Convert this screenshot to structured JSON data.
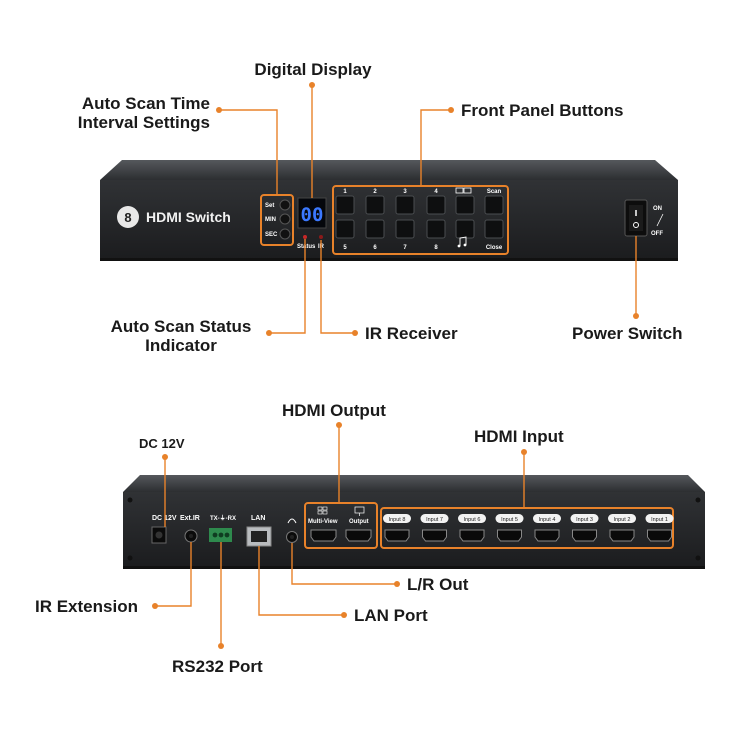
{
  "front": {
    "brand_text": "HDMI Switch",
    "brand_logo": "8",
    "display_value": "00",
    "settings_buttons": [
      "Set",
      "MIN",
      "SEC"
    ],
    "status_label": "Status",
    "ir_label": "IR",
    "top_buttons": [
      "1",
      "2",
      "3",
      "4",
      "",
      "Scan"
    ],
    "bottom_buttons": [
      "5",
      "6",
      "7",
      "8",
      "",
      "Close"
    ],
    "switch_on": "ON",
    "switch_off": "OFF"
  },
  "rear": {
    "dc_label": "DC 12V",
    "ext_ir_label": "Ext.IR",
    "rs232_label": "TX-⏚-RX",
    "lan_label": "LAN",
    "multiview_label": "Multi-View",
    "output_label": "Output",
    "inputs": [
      "Input 8",
      "Input 7",
      "Input 6",
      "Input 5",
      "Input 4",
      "Input 3",
      "Input 2",
      "Input 1"
    ]
  },
  "callouts": {
    "digital_display": "Digital Display",
    "auto_scan_time": "Auto Scan Time\nInterval Settings",
    "front_panel_buttons": "Front Panel Buttons",
    "auto_scan_status": "Auto Scan Status\nIndicator",
    "ir_receiver": "IR Receiver",
    "power_switch": "Power Switch",
    "hdmi_output": "HDMI Output",
    "dc_12v": "DC 12V",
    "hdmi_input": "HDMI Input",
    "lr_out": "L/R Out",
    "ir_extension": "IR Extension",
    "lan_port": "LAN Port",
    "rs232_port": "RS232 Port"
  },
  "colors": {
    "accent": "#e8822a",
    "device": "#232527",
    "device_top": "#3a3d40",
    "digit": "#3b78ff"
  }
}
